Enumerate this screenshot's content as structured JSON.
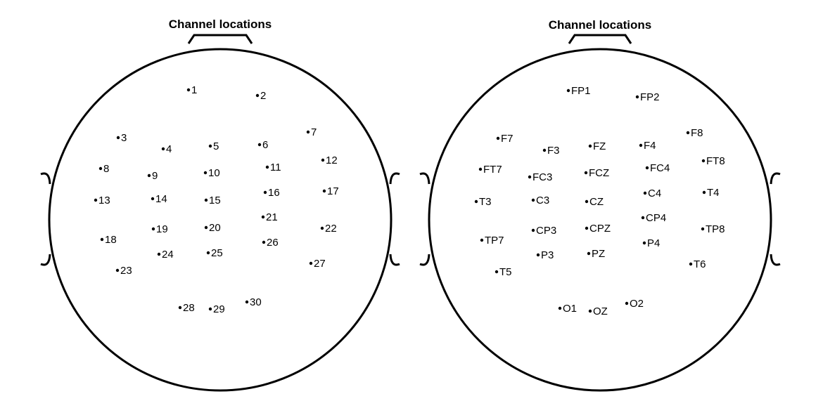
{
  "colors": {
    "ink": "#000000",
    "background": "#ffffff"
  },
  "panels": [
    {
      "title": "Channel locations",
      "channels": [
        {
          "label": "1"
        },
        {
          "label": "2"
        },
        {
          "label": "3"
        },
        {
          "label": "4"
        },
        {
          "label": "5"
        },
        {
          "label": "6"
        },
        {
          "label": "7"
        },
        {
          "label": "8"
        },
        {
          "label": "9"
        },
        {
          "label": "10"
        },
        {
          "label": "11"
        },
        {
          "label": "12"
        },
        {
          "label": "13"
        },
        {
          "label": "14"
        },
        {
          "label": "15"
        },
        {
          "label": "16"
        },
        {
          "label": "17"
        },
        {
          "label": "18"
        },
        {
          "label": "19"
        },
        {
          "label": "20"
        },
        {
          "label": "21"
        },
        {
          "label": "22"
        },
        {
          "label": "23"
        },
        {
          "label": "24"
        },
        {
          "label": "25"
        },
        {
          "label": "26"
        },
        {
          "label": "27"
        },
        {
          "label": "28"
        },
        {
          "label": "29"
        },
        {
          "label": "30"
        }
      ]
    },
    {
      "title": "Channel locations",
      "channels": [
        {
          "label": "FP1"
        },
        {
          "label": "FP2"
        },
        {
          "label": "F7"
        },
        {
          "label": "F3"
        },
        {
          "label": "FZ"
        },
        {
          "label": "F4"
        },
        {
          "label": "F8"
        },
        {
          "label": "FT7"
        },
        {
          "label": "FC3"
        },
        {
          "label": "FCZ"
        },
        {
          "label": "FC4"
        },
        {
          "label": "FT8"
        },
        {
          "label": "T3"
        },
        {
          "label": "C3"
        },
        {
          "label": "CZ"
        },
        {
          "label": "C4"
        },
        {
          "label": "T4"
        },
        {
          "label": "TP7"
        },
        {
          "label": "CP3"
        },
        {
          "label": "CPZ"
        },
        {
          "label": "CP4"
        },
        {
          "label": "TP8"
        },
        {
          "label": "T5"
        },
        {
          "label": "P3"
        },
        {
          "label": "PZ"
        },
        {
          "label": "P4"
        },
        {
          "label": "T6"
        },
        {
          "label": "O1"
        },
        {
          "label": "OZ"
        },
        {
          "label": "O2"
        }
      ]
    }
  ]
}
